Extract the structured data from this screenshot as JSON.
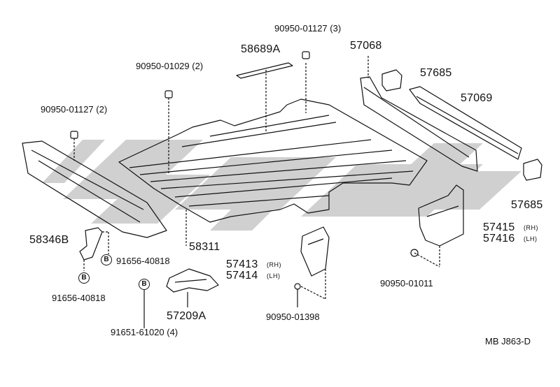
{
  "diagram": {
    "watermark_colors": {
      "band": "#c8c8c8"
    },
    "reference_code": "MB  J863-D",
    "bolt_marker": "B",
    "parts": {
      "p58689A": "58689A",
      "p90950_01127_3": "90950-01127 (3)",
      "p90950_01029_2": "90950-01029 (2)",
      "p90950_01127_2": "90950-01127 (2)",
      "p57068": "57068",
      "p57685_top": "57685",
      "p57069": "57069",
      "p57685_bottom": "57685",
      "p58346B": "58346B",
      "p91656_40818_a": "91656-40818",
      "p91656_40818_b": "91656-40818",
      "p58311": "58311",
      "p57415": "57415",
      "p57415_side": "(RH)",
      "p57416": "57416",
      "p57416_side": "(LH)",
      "p57413": "57413",
      "p57413_side": "(RH)",
      "p57414": "57414",
      "p57414_side": "(LH)",
      "p90950_01011": "90950-01011",
      "p57209A": "57209A",
      "p90950_01398": "90950-01398",
      "p91651_61020_4": "91651-61020 (4)"
    }
  }
}
